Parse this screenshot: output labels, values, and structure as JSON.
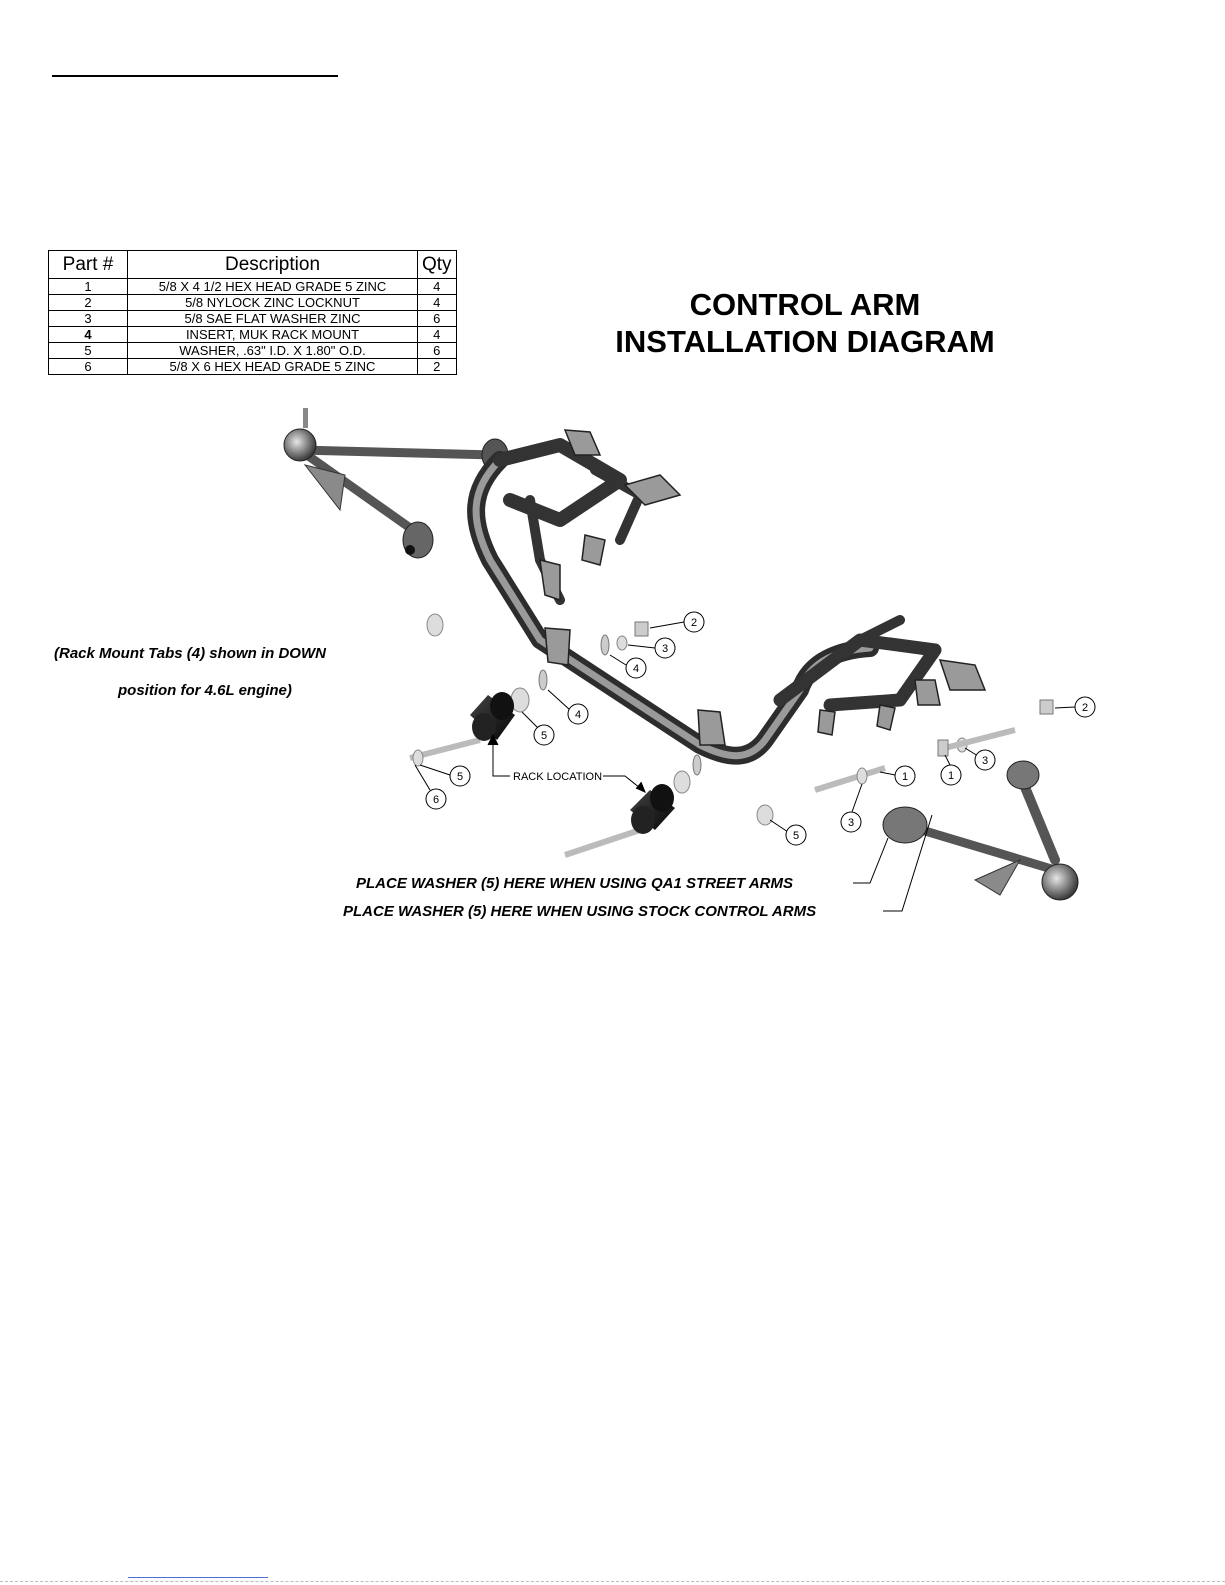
{
  "parts_table": {
    "headers": [
      "Part #",
      "Description",
      "Qty"
    ],
    "rows": [
      {
        "part": "1",
        "description": "5/8 X 4 1/2 HEX HEAD GRADE 5 ZINC",
        "qty": "4"
      },
      {
        "part": "2",
        "description": "5/8 NYLOCK ZINC LOCKNUT",
        "qty": "4"
      },
      {
        "part": "3",
        "description": "5/8 SAE FLAT WASHER ZINC",
        "qty": "6"
      },
      {
        "part": "4",
        "description": "INSERT, MUK RACK MOUNT",
        "qty": "4"
      },
      {
        "part": "5",
        "description": "WASHER, .63\" I.D. X 1.80\" O.D.",
        "qty": "6"
      },
      {
        "part": "6",
        "description": "5/8 X 6 HEX HEAD GRADE 5 ZINC",
        "qty": "2"
      }
    ]
  },
  "title": {
    "line1": "CONTROL ARM",
    "line2": "INSTALLATION DIAGRAM"
  },
  "notes": {
    "rack_tabs_line1": "(Rack Mount Tabs (4) shown in DOWN",
    "rack_tabs_line2": "position for 4.6L engine)",
    "rack_location": "RACK LOCATION",
    "street_arms": "PLACE WASHER (5) HERE WHEN USING QA1 STREET ARMS",
    "stock_arms": "PLACE WASHER (5) HERE WHEN USING STOCK CONTROL ARMS"
  },
  "callouts": [
    "2",
    "3",
    "4",
    "4",
    "5",
    "5",
    "6",
    "5",
    "2",
    "1",
    "3",
    "1",
    "3",
    "5"
  ]
}
